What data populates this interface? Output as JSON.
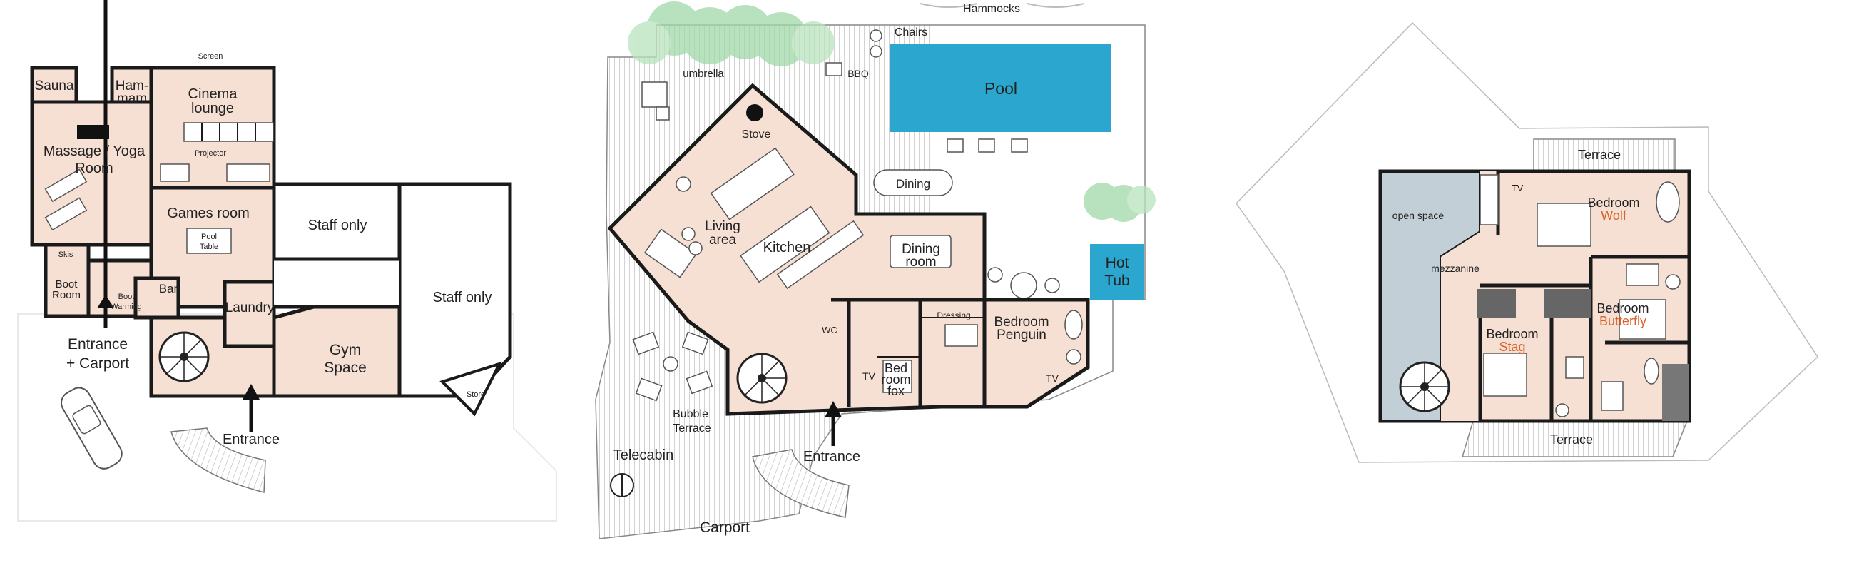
{
  "floors": {
    "lower": {
      "rooms": {
        "sauna": "Sauna",
        "hammam_1": "Ham-",
        "hammam_2": "mam",
        "screen": "Screen",
        "cinema_1": "Cinema",
        "cinema_2": "lounge",
        "projector": "Projector",
        "massage_1": "Massage / Yoga",
        "massage_2": "Room",
        "games": "Games room",
        "pool_table_1": "Pool",
        "pool_table_2": "Table",
        "staff_only_1": "Staff only",
        "staff_only_2": "Staff only",
        "skis": "Skis",
        "boot_room_1": "Boot",
        "boot_room_2": "Room",
        "boot_warming_1": "Boot",
        "boot_warming_2": "Warming",
        "bar": "Bar",
        "laundry": "Laundry",
        "gym_1": "Gym",
        "gym_2": "Space",
        "store": "Store"
      },
      "entrance_carport_1": "Entrance",
      "entrance_carport_2": "+ Carport",
      "entrance": "Entrance"
    },
    "middle": {
      "hammocks": "Hammocks",
      "chairs": "Chairs",
      "umbrella": "umbrella",
      "bbq": "BBQ",
      "pool": "Pool",
      "stove": "Stove",
      "dining_table": "Dining",
      "living_1": "Living",
      "living_2": "area",
      "kitchen": "Kitchen",
      "dining_room_1": "Dining",
      "dining_room_2": "room",
      "hot_tub_1": "Hot",
      "hot_tub_2": "Tub",
      "wc": "WC",
      "dressing": "Dressing",
      "bedroom_penguin_1": "Bedroom",
      "bedroom_penguin_2": "Penguin",
      "tv_1": "TV",
      "tv_2": "TV",
      "bedroom_fox_1": "Bed",
      "bedroom_fox_2": "room",
      "bedroom_fox_3": "fox",
      "bubble_1": "Bubble",
      "bubble_2": "Terrace",
      "telecabin": "Telecabin",
      "entrance": "Entrance",
      "carport": "Carport"
    },
    "upper": {
      "terrace_top": "Terrace",
      "terrace_bottom": "Terrace",
      "open_space": "open space",
      "mezzanine": "mezzanine",
      "tv": "TV",
      "wolf_1": "Bedroom",
      "wolf_2": "Wolf",
      "butterfly_1": "Bedroom",
      "butterfly_2": "Butterfly",
      "stag_1": "Bedroom",
      "stag_2": "Stag"
    }
  },
  "colors": {
    "room_fill": "#f6dfd3",
    "pool": "#2aa6cf",
    "open_space": "#c3cfd7",
    "accent_label": "#d9622b",
    "tree": "#9fd9a8"
  }
}
